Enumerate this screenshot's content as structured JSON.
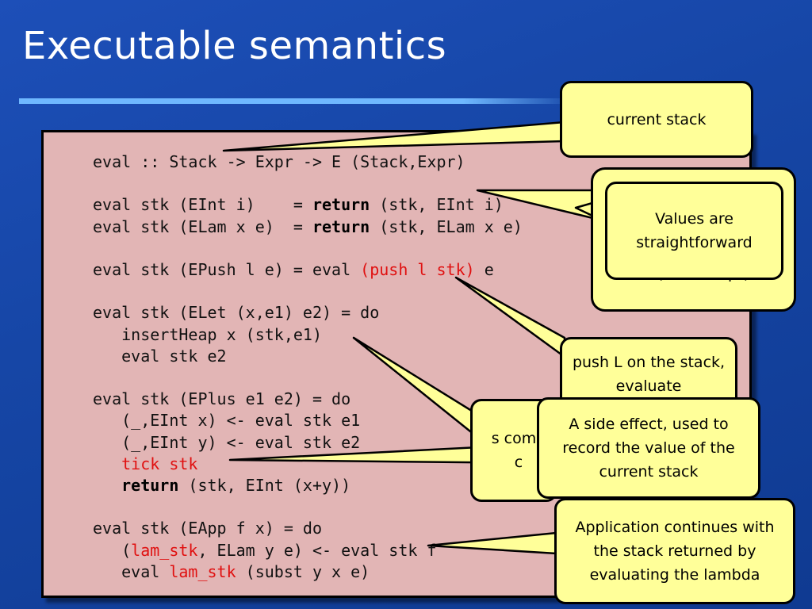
{
  "slide": {
    "title": "Executable semantics"
  },
  "code": {
    "line01_a": "eval :: Stack -> Expr -> E (Stack,Expr)",
    "line02_a": "eval stk (EInt i)    = ",
    "line02_kw": "return",
    "line02_b": " (stk, EInt i)",
    "line03_a": "eval stk (ELam x e)  = ",
    "line03_kw": "return",
    "line03_b": " (stk, ELam x e)",
    "line04_a": "eval stk (EPush l e) = eval ",
    "line04_red": "(push l stk)",
    "line04_b": " e",
    "line05_a": "eval stk (ELet (x,e1) e2) = do",
    "line06_a": "   insertHeap x (stk,e1)",
    "line07_a": "   eval stk e2",
    "line08_a": "eval stk (EPlus e1 e2) = do",
    "line09_a": "   (_,EInt x) <- eval stk e1",
    "line10_a": "   (_,EInt y) <- eval stk e2",
    "line11_indent": "   ",
    "line11_red": "tick stk",
    "line12_indent": "   ",
    "line12_kw": "return",
    "line12_b": " (stk, EInt (x+y))",
    "line13_a": "eval stk (EApp f x) = do",
    "line14_a": "   (",
    "line14_red": "lam_stk",
    "line14_b": ", ELam y e) <- eval stk f",
    "line15_a": "   eval ",
    "line15_red": "lam_stk",
    "line15_b": " (subst y x e)"
  },
  "callouts": {
    "current_stack": "current stack",
    "values_back_tail": "to (Stack,Expr)",
    "values": "Values are straightforward",
    "push": "push L on the stack, evaluate",
    "side_back_text": "s comp c",
    "side_effect": "A side effect, used to record the value of the current stack",
    "application": "Application continues with the stack returned by evaluating the lambda"
  },
  "colors": {
    "background": "#1646a6",
    "code_box": "#e2b5b5",
    "callout_fill": "#ffff99",
    "highlight": "#e01010"
  }
}
